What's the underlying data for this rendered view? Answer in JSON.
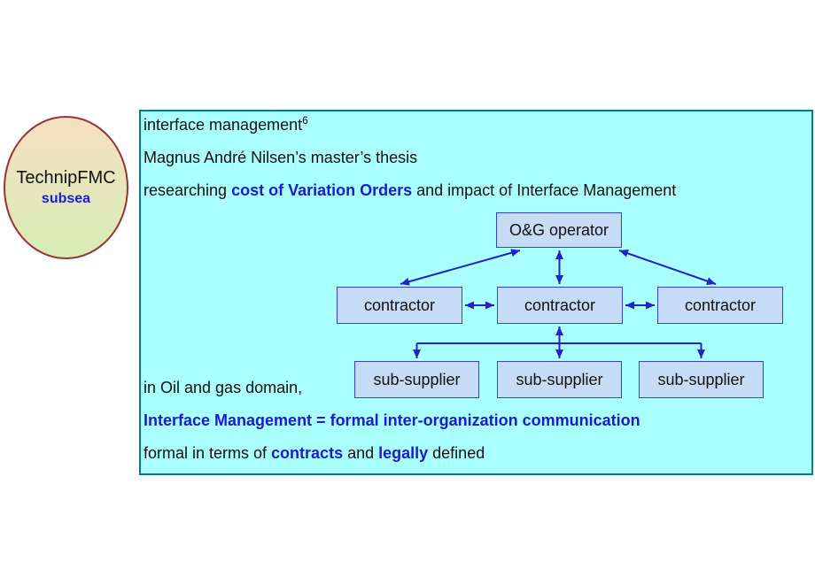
{
  "logo": {
    "name": "TechnipFMC",
    "tagline": "subsea"
  },
  "slide": {
    "heading": "interface management",
    "heading_superscript": "6",
    "author_line": "Magnus André Nilsen’s master’s thesis",
    "research_prefix": "researching ",
    "research_highlight": "cost of Variation Orders",
    "research_suffix": " and impact of Interface Management",
    "domain_line": "in Oil and gas domain,",
    "definition_line": "Interface Management = formal inter-organization communication",
    "formal_part1": "formal in terms of ",
    "formal_highlight1": "contracts",
    "formal_part2": " and ",
    "formal_highlight2": "legally",
    "formal_part3": " defined"
  },
  "diagram": {
    "operator_label": "O&G operator",
    "contractor_labels": [
      "contractor",
      "contractor",
      "contractor"
    ],
    "subsupplier_labels": [
      "sub-supplier",
      "sub-supplier",
      "sub-supplier"
    ]
  },
  "colors": {
    "panel_background": "#aaffff",
    "panel_border": "#008080",
    "node_fill": "#c6dbf5",
    "node_border": "#3344cc",
    "arrow_blue": "#2222cc",
    "highlight_blue": "#1a1ad6",
    "logo_tagline_blue": "#1a1aee",
    "ellipse_border": "#993333",
    "ellipse_gradient_top": "#f7dfc3",
    "ellipse_gradient_bottom": "#d7edb4"
  }
}
